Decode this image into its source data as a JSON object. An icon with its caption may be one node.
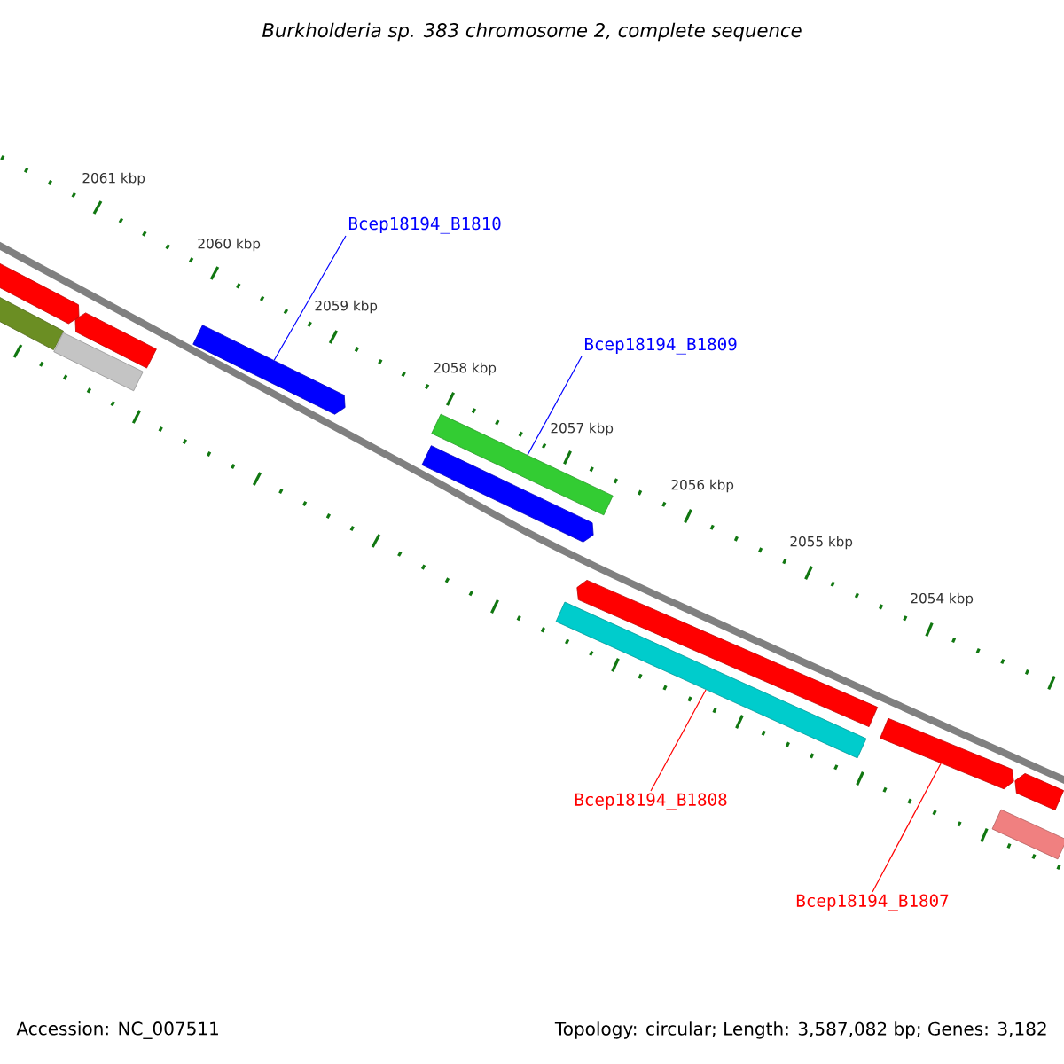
{
  "diagram": {
    "title": "Burkholderia sp. 383 chromosome 2, complete sequence",
    "nodes": [
      {
        "text": [],
        "shape": "bar"
      },
      {
        "text": [],
        "shape": "bar"
      },
      {
        "text": [],
        "shape": "bar"
      },
      {
        "text": [],
        "shape": "bar"
      },
      {
        "text": [
          "Bcep18194_B1810"
        ]
      },
      {
        "text": [],
        "shape": "bar"
      },
      {
        "text": [
          "Bcep18194_B1809"
        ]
      },
      {
        "text": [],
        "shape": "bar"
      },
      {
        "text": [],
        "shape": "bar"
      },
      {
        "text": [],
        "shape": "bar"
      },
      {
        "text": [],
        "shape": "bar"
      },
      {
        "text": [
          "Bcep18194_B1808"
        ]
      },
      {
        "text": [],
        "shape": "bar"
      },
      {
        "text": [],
        "shape": "bar"
      },
      {
        "text": [],
        "shape": "bar"
      },
      {
        "text": [
          "Bcep18194_B1807"
        ]
      }
    ],
    "edges": [
      {
        "from": 4,
        "to": 5,
        "arrow": "none",
        "color": "#0000ff"
      },
      {
        "from": 6,
        "to": 7,
        "arrow": "none",
        "color": "#0000ff"
      },
      {
        "from": 11,
        "to": 10,
        "arrow": "none",
        "color": "#ff0000"
      },
      {
        "from": 15,
        "to": 12,
        "arrow": "none",
        "color": "#ff0000"
      }
    ],
    "labels": [
      "2061 kbp",
      "2060 kbp",
      "2059 kbp",
      "2058 kbp",
      "2057 kbp",
      "2056 kbp",
      "2055 kbp",
      "2054 kbp",
      "Accession: NC_007511",
      "Topology: circular; Length: 3,587,082 bp; Genes: 3,182"
    ]
  }
}
